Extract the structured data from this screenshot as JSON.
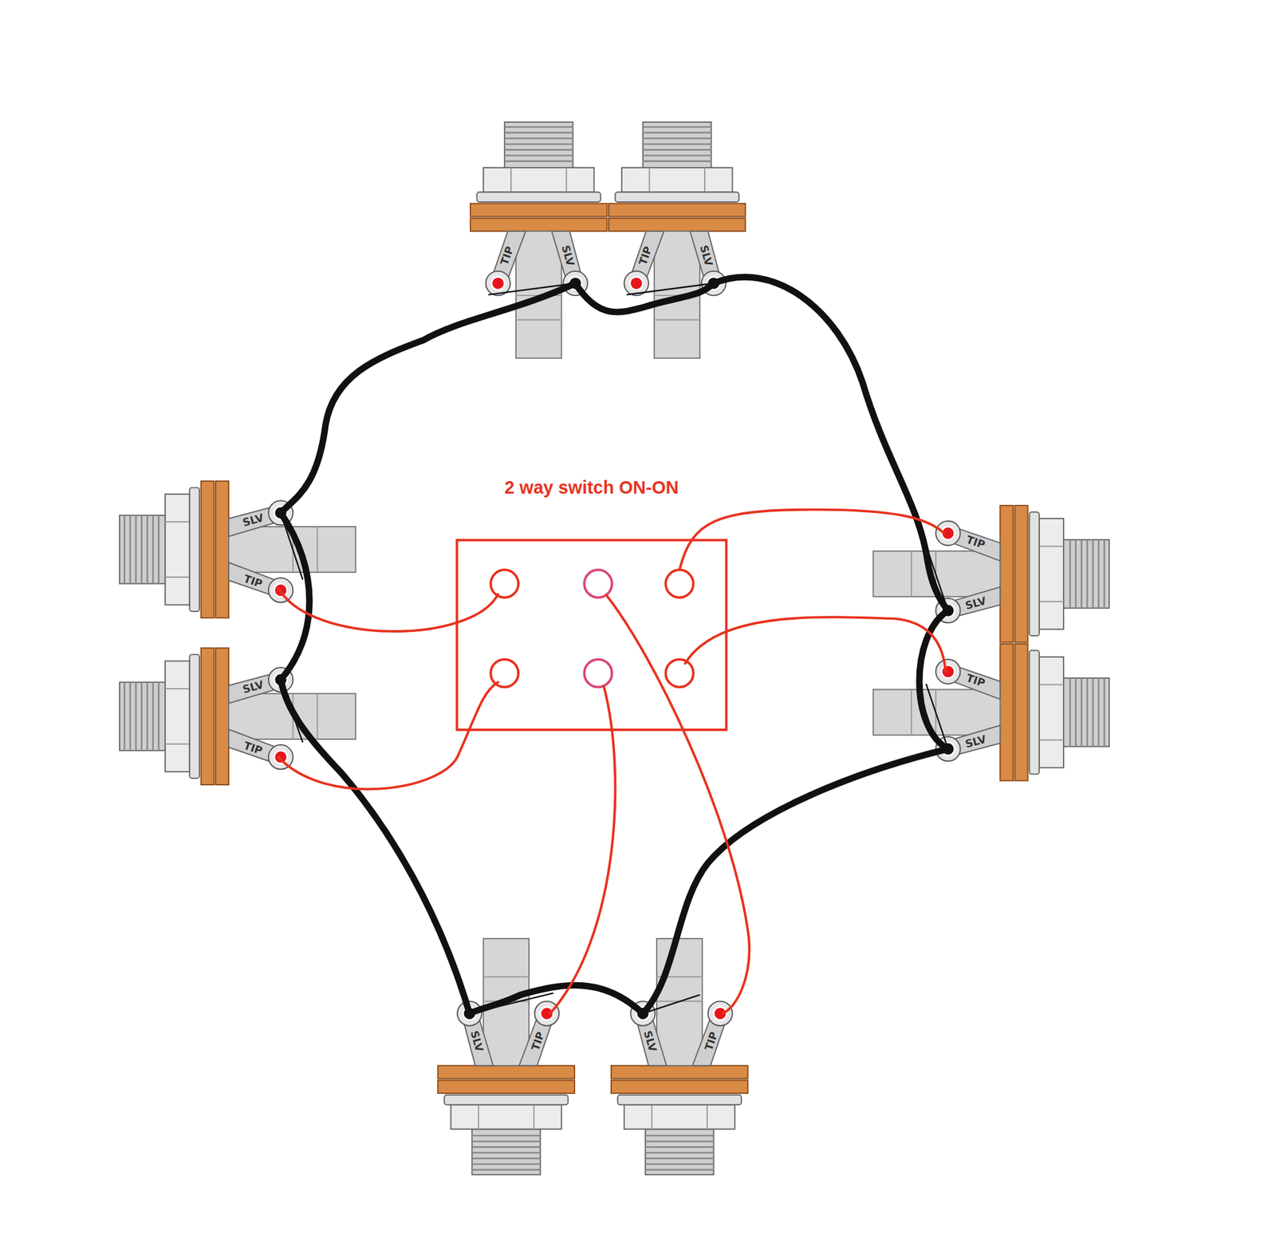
{
  "diagram": {
    "nodes": [
      {
        "text": [
          "2 way switch ON-ON"
        ]
      }
    ],
    "labels": [
      "TIP",
      "SLV",
      "TIP",
      "SLV",
      "SLV",
      "TIP",
      "SLV",
      "TIP",
      "TIP",
      "SLV",
      "TIP",
      "SLV",
      "SLV",
      "TIP",
      "SLV",
      "TIP"
    ]
  }
}
